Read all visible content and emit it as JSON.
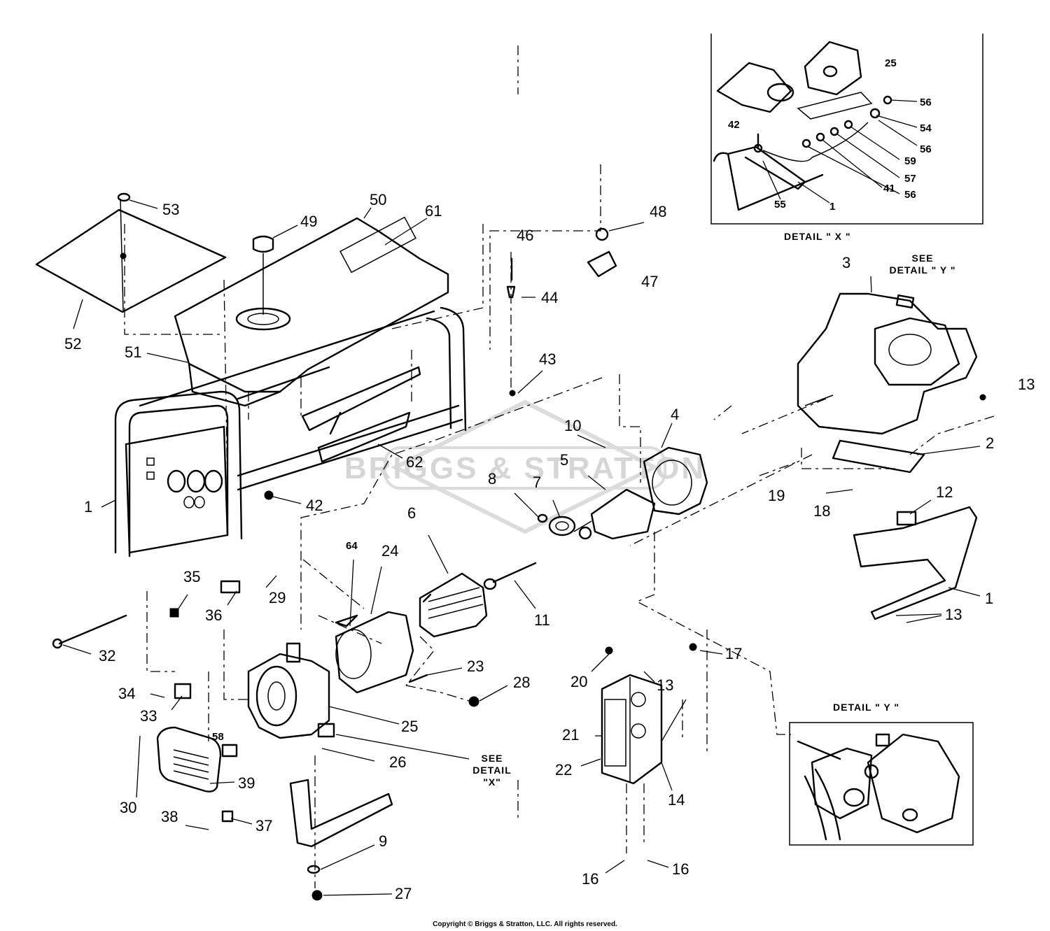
{
  "watermark": "BRIGGS & STRATTON",
  "copyright": "Copyright © Briggs & Stratton, LLC. All rights reserved.",
  "detail_x": {
    "title": "DETAIL \" X \"",
    "callouts": [
      "25",
      "56",
      "54",
      "42",
      "56",
      "59",
      "57",
      "41",
      "56",
      "55",
      "1"
    ]
  },
  "detail_y": {
    "title": "DETAIL \" Y \""
  },
  "see_detail_y": [
    "SEE",
    "DETAIL \" Y \""
  ],
  "see_detail_x": [
    "SEE",
    "DETAIL",
    "\"X\""
  ],
  "callouts": {
    "c53": "53",
    "c50": "50",
    "c61": "61",
    "c49": "49",
    "c48": "48",
    "c46": "46",
    "c47": "47",
    "c44": "44",
    "c52": "52",
    "c51": "51",
    "c43": "43",
    "c3": "3",
    "c13a": "13",
    "c10": "10",
    "c4": "4",
    "c2": "2",
    "c5": "5",
    "c62": "62",
    "c1a": "1",
    "c42": "42",
    "c8": "8",
    "c7": "7",
    "c19": "19",
    "c18": "18",
    "c12": "12",
    "c6": "6",
    "c64": "64",
    "c24": "24",
    "c29": "29",
    "c35": "35",
    "c36": "36",
    "c11": "11",
    "c1b": "1",
    "c13b": "13",
    "c32": "32",
    "c23": "23",
    "c17": "17",
    "c28": "28",
    "c20": "20",
    "c13c": "13",
    "c34": "34",
    "c33": "33",
    "c25": "25",
    "c58": "58",
    "c21": "21",
    "c26": "26",
    "c22": "22",
    "c39": "39",
    "c14": "14",
    "c30": "30",
    "c38": "38",
    "c37": "37",
    "c9": "9",
    "c16a": "16",
    "c16b": "16",
    "c27": "27"
  }
}
